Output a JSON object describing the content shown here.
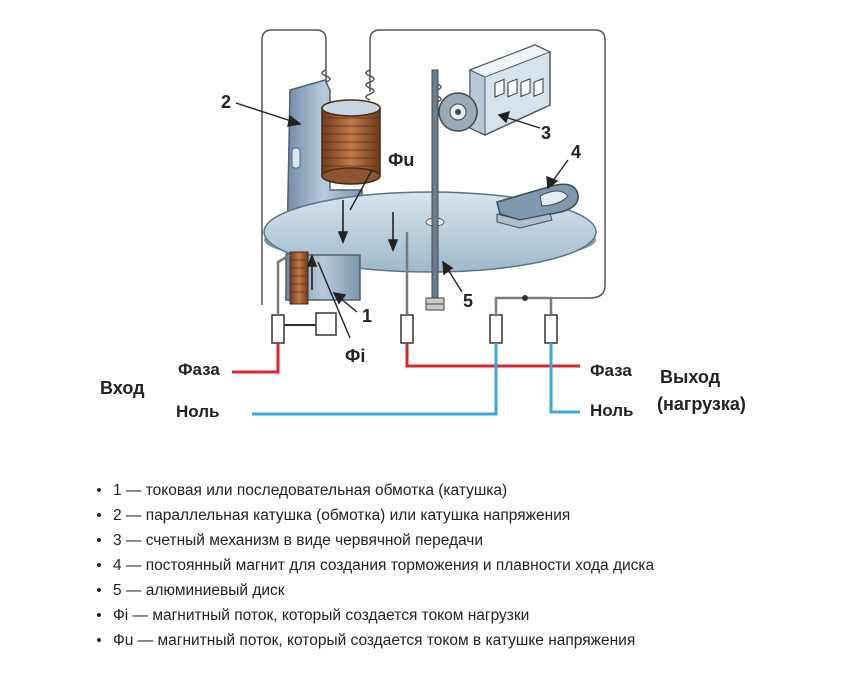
{
  "diagram": {
    "labels": {
      "n1": "1",
      "n2": "2",
      "n3": "3",
      "n4": "4",
      "n5": "5",
      "phi_u": "Фu",
      "phi_i": "Фi",
      "faza_in": "Фаза",
      "nol_in": "Ноль",
      "vhod": "Вход",
      "faza_out": "Фаза",
      "nol_out": "Ноль",
      "vyhod": "Выход",
      "nagruzka": "(нагрузка)"
    },
    "colors": {
      "phase_wire": "#d9232d",
      "neutral_wire": "#3aa7dc",
      "disk": "#b9cfdd",
      "coil_copper": "#9a5a33",
      "magnet_core": "#8ea7bf",
      "gray_wire": "#7a7a7a"
    }
  },
  "legend": [
    {
      "bullet": "•",
      "text": "1 — токовая или последовательная  обмотка (катушка)"
    },
    {
      "bullet": "•",
      "text": "2 — параллельная катушка (обмотка) или катушка напряжения"
    },
    {
      "bullet": "•",
      "text": "3 — счетный механизм в виде червячной передачи"
    },
    {
      "bullet": "•",
      "text": "4 — постоянный магнит для создания торможения и плавности хода диска"
    },
    {
      "bullet": "•",
      "text": "5 — алюминиевый диск"
    },
    {
      "bullet": "•",
      "text": "Фi — магнитный поток, который создается током нагрузки"
    },
    {
      "bullet": "•",
      "text": "Фu — магнитный поток, который создается током в катушке напряжения"
    }
  ]
}
